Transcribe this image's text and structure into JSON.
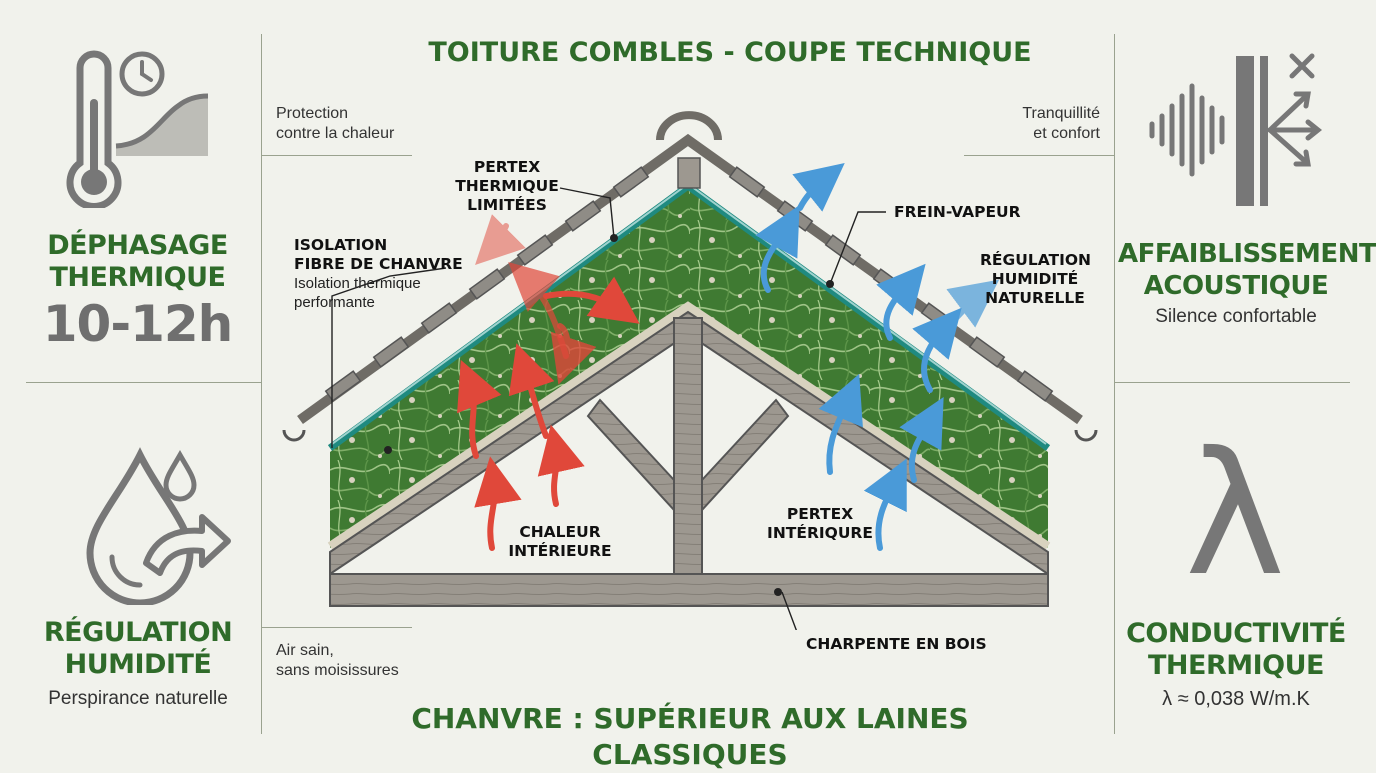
{
  "header": {
    "title": "TOITURE COMBLES - COUPE TECHNIQUE"
  },
  "footer": {
    "title": "CHANVRE : SUPÉRIEUR AUX LAINES CLASSIQUES"
  },
  "left_top": {
    "title_lines": [
      "DÉPHASAGE",
      "THERMIQUE"
    ],
    "value": "10-12h",
    "icon": "thermometer-clock-curve-icon",
    "note_lines": [
      "Protection",
      "contre la chaleur"
    ]
  },
  "left_bottom": {
    "title_lines": [
      "RÉGULATION",
      "HUMIDITÉ"
    ],
    "subtitle": "Perspirance naturelle",
    "icon": "water-drop-arrow-icon",
    "note_lines": [
      "Air sain,",
      "sans moisissures"
    ]
  },
  "right_top": {
    "title_lines": [
      "AFFAIBLISSEMENT",
      "ACOUSTIQUE"
    ],
    "subtitle": "Silence confortable",
    "icon": "sound-wave-barrier-icon",
    "note_lines": [
      "Tranquillité",
      "et confort"
    ]
  },
  "right_bottom": {
    "title_lines": [
      "CONDUCTIVITÉ",
      "THERMIQUE"
    ],
    "subtitle": "λ ≈ 0,038 W/m.K",
    "icon": "lambda-icon",
    "icon_glyph": "λ"
  },
  "callouts": {
    "pertex_thermique": [
      "PERTEX",
      "THERMIQUE",
      "LIMITÉES"
    ],
    "isolation": {
      "title_lines": [
        "ISOLATION",
        "FIBRE DE CHANVRE"
      ],
      "sub_lines": [
        "Isolation thermique",
        "performante"
      ]
    },
    "frein_vapeur": "FREIN-VAPEUR",
    "regulation": [
      "RÉGULATION",
      "HUMIDITÉ",
      "NATURELLE"
    ],
    "chaleur": [
      "CHALEUR",
      "INTÉRIEURE"
    ],
    "pertex_interieure": [
      "PERTEX",
      "INTÉRIQURE"
    ],
    "charpente": "CHARPENTE EN BOIS"
  },
  "colors": {
    "brand_green": "#2f6b2a",
    "insulation_green": "#3f7a32",
    "membrane_teal": "#1f8a80",
    "heat_red": "#e0483a",
    "moisture_blue": "#4a9ad8",
    "wood": "#9d9890",
    "icon_grey": "#777777"
  }
}
